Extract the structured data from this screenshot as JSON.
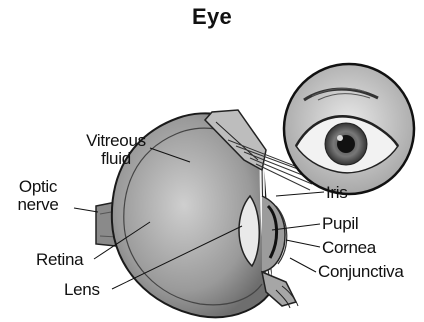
{
  "title": "Eye",
  "labels": {
    "vitreous_fluid_line1": "Vitreous",
    "vitreous_fluid_line2": "fluid",
    "optic_nerve_line1": "Optic",
    "optic_nerve_line2": "nerve",
    "retina": "Retina",
    "lens": "Lens",
    "iris": "Iris",
    "pupil": "Pupil",
    "cornea": "Cornea",
    "conjunctiva": "Conjunctiva"
  }
}
